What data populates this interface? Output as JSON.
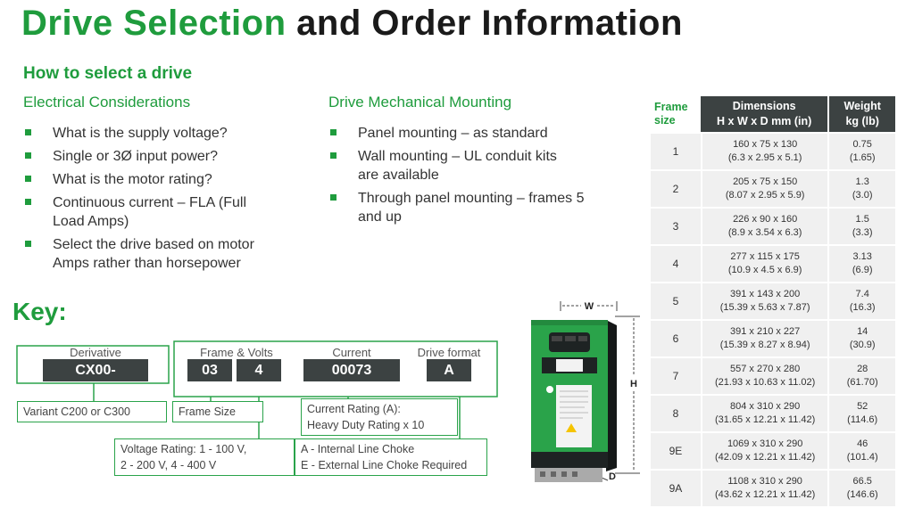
{
  "title": {
    "green": "Drive Selection",
    "dark": "and Order Information"
  },
  "how_to": "How to select a drive",
  "electrical": {
    "heading": "Electrical Considerations",
    "items": [
      "What is the supply voltage?",
      "Single or 3Ø input power?",
      "What is the motor rating?",
      "Continuous current – FLA (Full Load Amps)",
      "Select the drive based on motor Amps rather than horsepower"
    ]
  },
  "mechanical": {
    "heading": "Drive Mechanical Mounting",
    "items": [
      "Panel mounting – as standard",
      "Wall mounting – UL conduit kits are available",
      "Through panel mounting – frames 5 and up"
    ]
  },
  "key": {
    "title": "Key:",
    "derivative_label": "Derivative",
    "derivative_value": "CX00-",
    "frame_volts_label": "Frame & Volts",
    "frame_value": "03",
    "volts_value": "4",
    "current_label": "Current",
    "current_value": "00073",
    "drive_format_label": "Drive format",
    "drive_format_value": "A",
    "variant_note": "Variant C200 or C300",
    "frame_size_note": "Frame Size",
    "current_rating_note": [
      "Current Rating (A):",
      "Heavy Duty Rating x 10"
    ],
    "voltage_note": [
      "Voltage Rating: 1 - 100 V,",
      "2 - 200 V, 4 - 400 V"
    ],
    "choke_note": [
      "A - Internal Line Choke",
      "E - External Line Choke Required"
    ]
  },
  "drive_image": {
    "w_label": "W",
    "h_label": "H",
    "d_label": "D",
    "body_color": "#2aa34a"
  },
  "spec_table": {
    "headers": {
      "frame": [
        "Frame",
        "size"
      ],
      "dimensions": [
        "Dimensions",
        "H x W x D mm (in)"
      ],
      "weight": [
        "Weight",
        "kg (lb)"
      ]
    },
    "rows": [
      {
        "frame": "1",
        "dim_mm": "160 x 75 x 130",
        "dim_in": "(6.3 x 2.95 x 5.1)",
        "kg": "0.75",
        "lb": "(1.65)"
      },
      {
        "frame": "2",
        "dim_mm": "205 x 75 x 150",
        "dim_in": "(8.07 x 2.95 x 5.9)",
        "kg": "1.3",
        "lb": "(3.0)"
      },
      {
        "frame": "3",
        "dim_mm": "226 x 90 x 160",
        "dim_in": "(8.9 x 3.54 x 6.3)",
        "kg": "1.5",
        "lb": "(3.3)"
      },
      {
        "frame": "4",
        "dim_mm": "277 x 115 x 175",
        "dim_in": "(10.9 x 4.5 x 6.9)",
        "kg": "3.13",
        "lb": "(6.9)"
      },
      {
        "frame": "5",
        "dim_mm": "391 x 143 x 200",
        "dim_in": "(15.39 x 5.63 x 7.87)",
        "kg": "7.4",
        "lb": "(16.3)"
      },
      {
        "frame": "6",
        "dim_mm": "391 x 210 x 227",
        "dim_in": "(15.39 x 8.27 x 8.94)",
        "kg": "14",
        "lb": "(30.9)"
      },
      {
        "frame": "7",
        "dim_mm": "557 x 270 x 280",
        "dim_in": "(21.93 x 10.63 x 11.02)",
        "kg": "28",
        "lb": "(61.70)"
      },
      {
        "frame": "8",
        "dim_mm": "804 x 310 x 290",
        "dim_in": "(31.65 x 12.21 x 11.42)",
        "kg": "52",
        "lb": "(114.6)"
      },
      {
        "frame": "9E",
        "dim_mm": "1069 x 310 x 290",
        "dim_in": "(42.09 x 12.21 x 11.42)",
        "kg": "46",
        "lb": "(101.4)"
      },
      {
        "frame": "9A",
        "dim_mm": "1108 x 310 x 290",
        "dim_in": "(43.62 x 12.21 x 11.42)",
        "kg": "66.5",
        "lb": "(146.6)"
      }
    ]
  }
}
